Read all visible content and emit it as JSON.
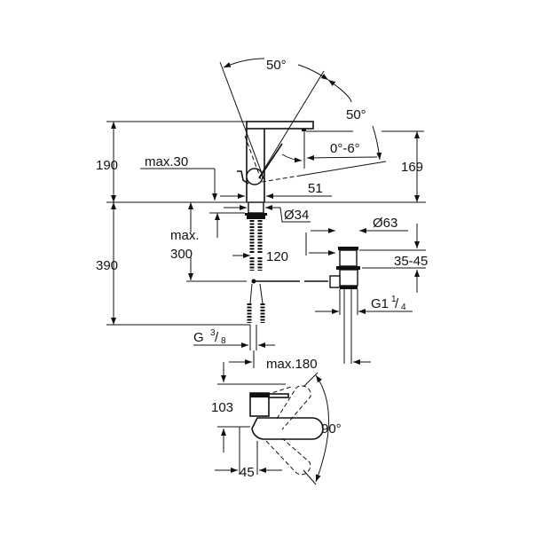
{
  "drawing": {
    "front_view": {
      "angle_top": "50°",
      "angle_side": "50°",
      "spout_tilt": "0°-6°",
      "height_total": "190",
      "height_spout": "169",
      "max_deck": "max.30",
      "reach_base": "51",
      "base_diameter": "Ø34",
      "max_below": "max.",
      "max_below_value": "300",
      "rod_length": "120",
      "height_below": "390",
      "waste_diameter": "Ø63",
      "waste_range": "35-45",
      "waste_thread": "G1",
      "waste_thread_num": "1",
      "waste_thread_den": "4",
      "supply_thread": "G",
      "supply_thread_num": "3",
      "supply_thread_den": "8"
    },
    "top_view": {
      "max_reach": "max.180",
      "depth": "103",
      "rotation": "90°",
      "offset": "45"
    }
  }
}
